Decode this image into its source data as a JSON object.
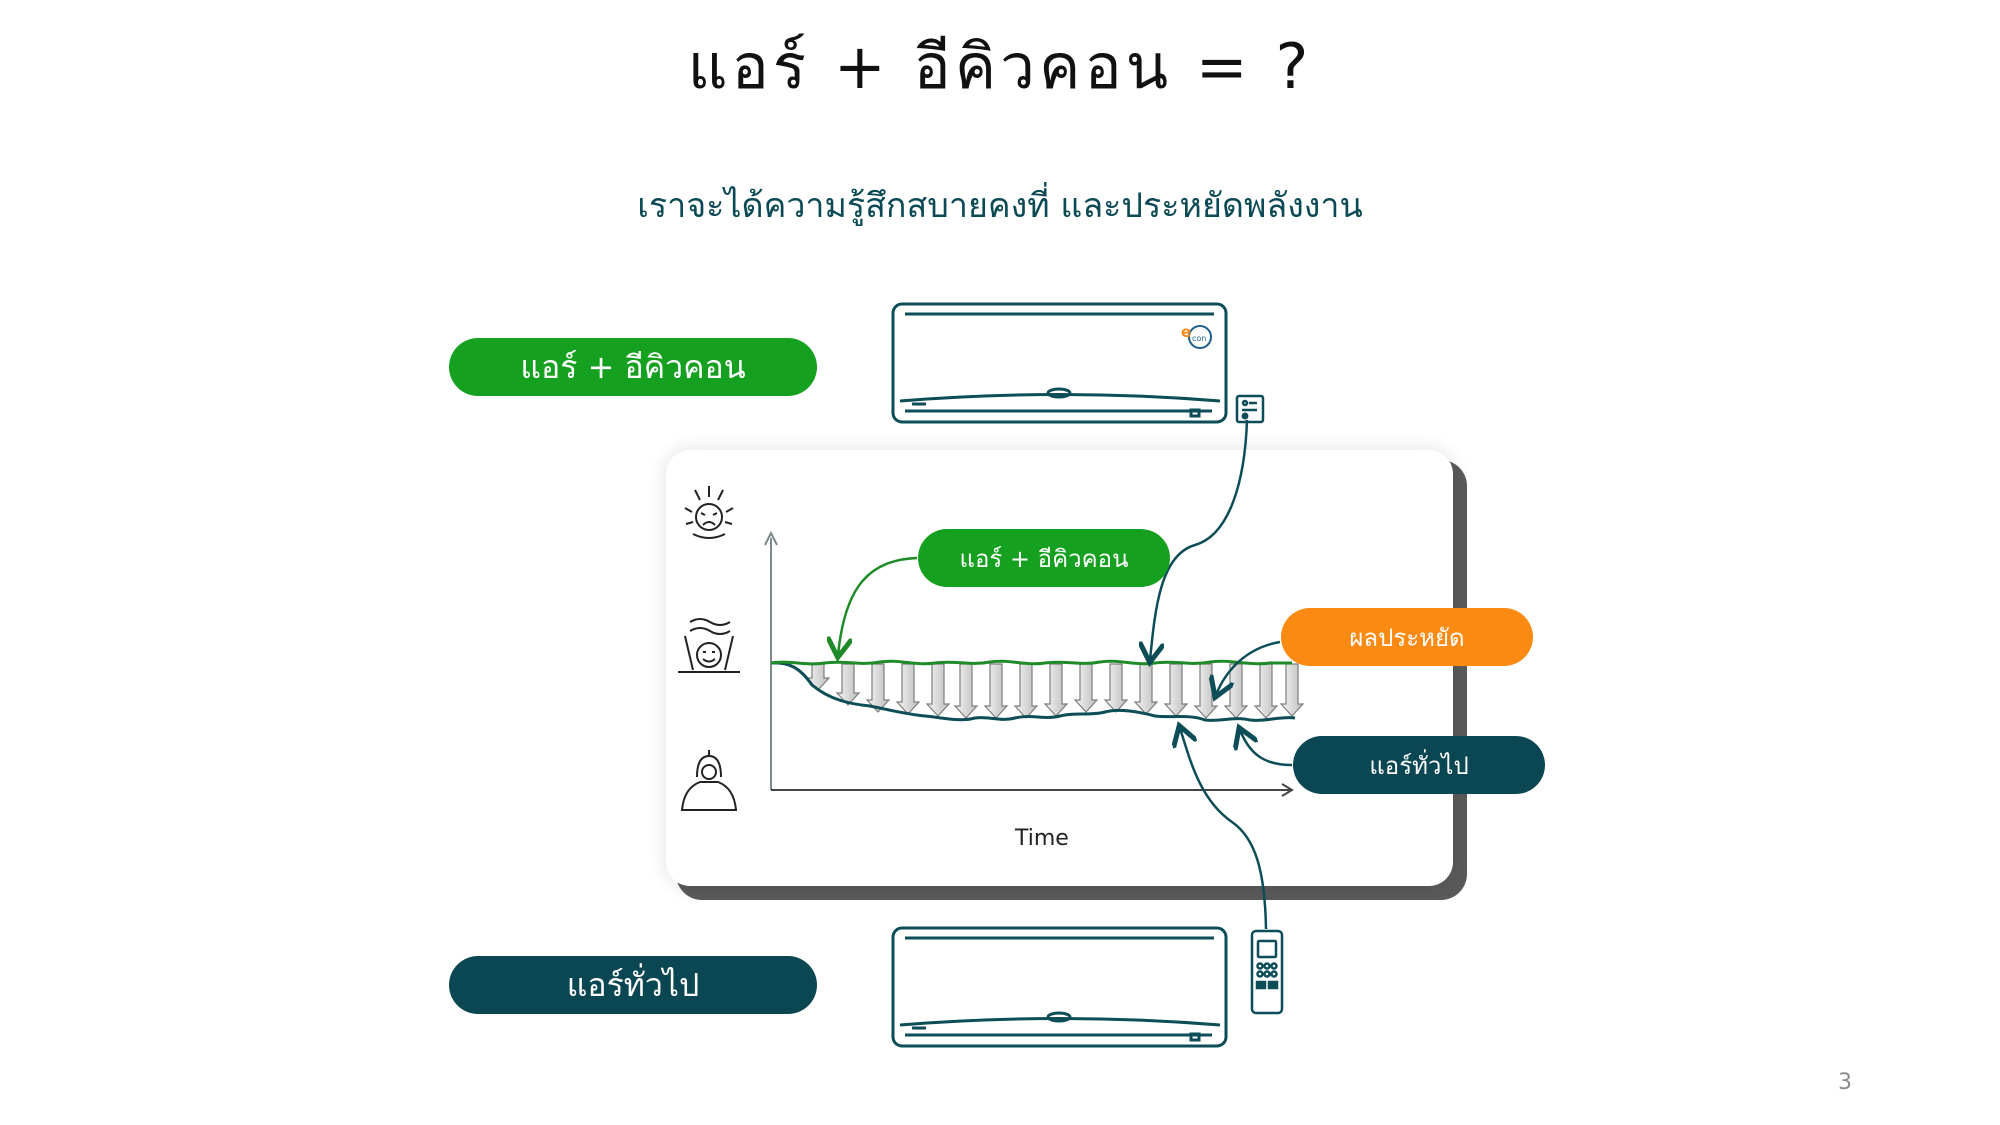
{
  "slide": {
    "title": "แอร์ + อีคิวคอน = ?",
    "subtitle": "เราจะได้ความรู้สึกสบายคงที่ และประหยัดพลังงาน",
    "page_number": "3"
  },
  "labels": {
    "top_ac_badge": "แอร์ + อีคิวคอน",
    "bottom_ac_badge": "แอร์ทั่วไป",
    "chart_green_badge": "แอร์ + อีคิวคอน",
    "savings_badge": "ผลประหยัด",
    "normal_ac_badge": "แอร์ทั่วไป",
    "x_axis": "Time",
    "econ_logo": "econ"
  },
  "colors": {
    "green": "#15a020",
    "teal": "#0b4653",
    "orange": "#fb8a12",
    "line_green": "#1e8a28",
    "line_teal": "#0d4d57"
  },
  "icons": {
    "too_hot": "hot-person-icon",
    "comfortable": "comfortable-person-icon",
    "too_cold": "cold-person-icon",
    "sensor": "sensor-box-icon",
    "remote": "remote-control-icon"
  }
}
